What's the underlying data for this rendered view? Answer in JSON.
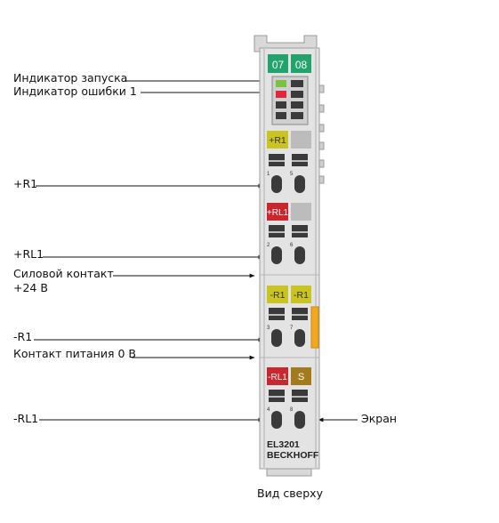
{
  "labels": {
    "run_led": "Индикатор запуска",
    "error_led": "Индикатор ошибки 1",
    "r1_plus": "+R1",
    "rl1_plus": "+RL1",
    "power_contact_1": "Силовой контакт",
    "power_contact_2": "+24 В",
    "r1_minus": "-R1",
    "supply_contact": "Контакт питания 0 В",
    "rl1_minus": "-RL1",
    "shield": "Экран",
    "view": "Вид сверху"
  },
  "terminal": {
    "model": "EL3201",
    "brand": "BECKHOFF",
    "top_labels": [
      "07",
      "08"
    ],
    "contact_labels": [
      "+R1",
      "+RL1",
      "-R1",
      "-R1",
      "-RL1",
      "S"
    ],
    "pin_numbers": [
      "1",
      "5",
      "2",
      "6",
      "3",
      "7",
      "4",
      "8"
    ],
    "colors": {
      "green": "#22a36b",
      "yellow": "#c9c41f",
      "red": "#c9262e",
      "shield": "#a37a1c",
      "orange": "#f2a81c",
      "body": "#dddddd",
      "led_run": "#7cc242",
      "led_err": "#e0283c"
    }
  }
}
